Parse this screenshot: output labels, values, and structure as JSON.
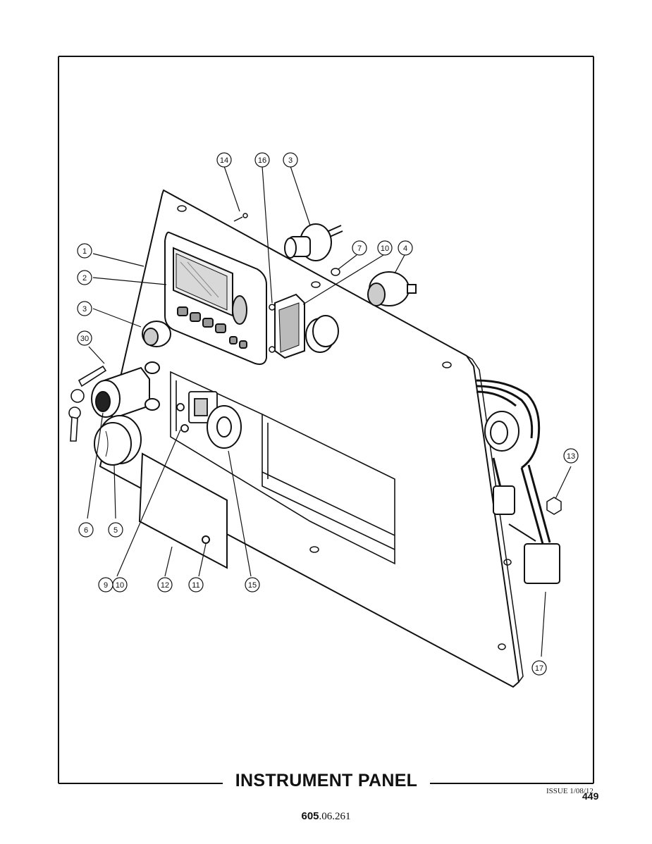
{
  "title": "INSTRUMENT PANEL",
  "issue": "ISSUE 1/08/12",
  "page_number": "449",
  "doc_number": {
    "bold": "605",
    "rest": ".06.261"
  },
  "callouts": [
    {
      "id": "c14",
      "label": "14"
    },
    {
      "id": "c16",
      "label": "16"
    },
    {
      "id": "c3a",
      "label": "3"
    },
    {
      "id": "c7",
      "label": "7"
    },
    {
      "id": "c10a",
      "label": "10"
    },
    {
      "id": "c4",
      "label": "4"
    },
    {
      "id": "c1",
      "label": "1"
    },
    {
      "id": "c2",
      "label": "2"
    },
    {
      "id": "c3b",
      "label": "3"
    },
    {
      "id": "c30",
      "label": "30"
    },
    {
      "id": "c13",
      "label": "13"
    },
    {
      "id": "c6",
      "label": "6"
    },
    {
      "id": "c5",
      "label": "5"
    },
    {
      "id": "c9",
      "label": "9"
    },
    {
      "id": "c10b",
      "label": "10"
    },
    {
      "id": "c12",
      "label": "12"
    },
    {
      "id": "c11",
      "label": "11"
    },
    {
      "id": "c15",
      "label": "15"
    },
    {
      "id": "c17",
      "label": "17"
    }
  ]
}
